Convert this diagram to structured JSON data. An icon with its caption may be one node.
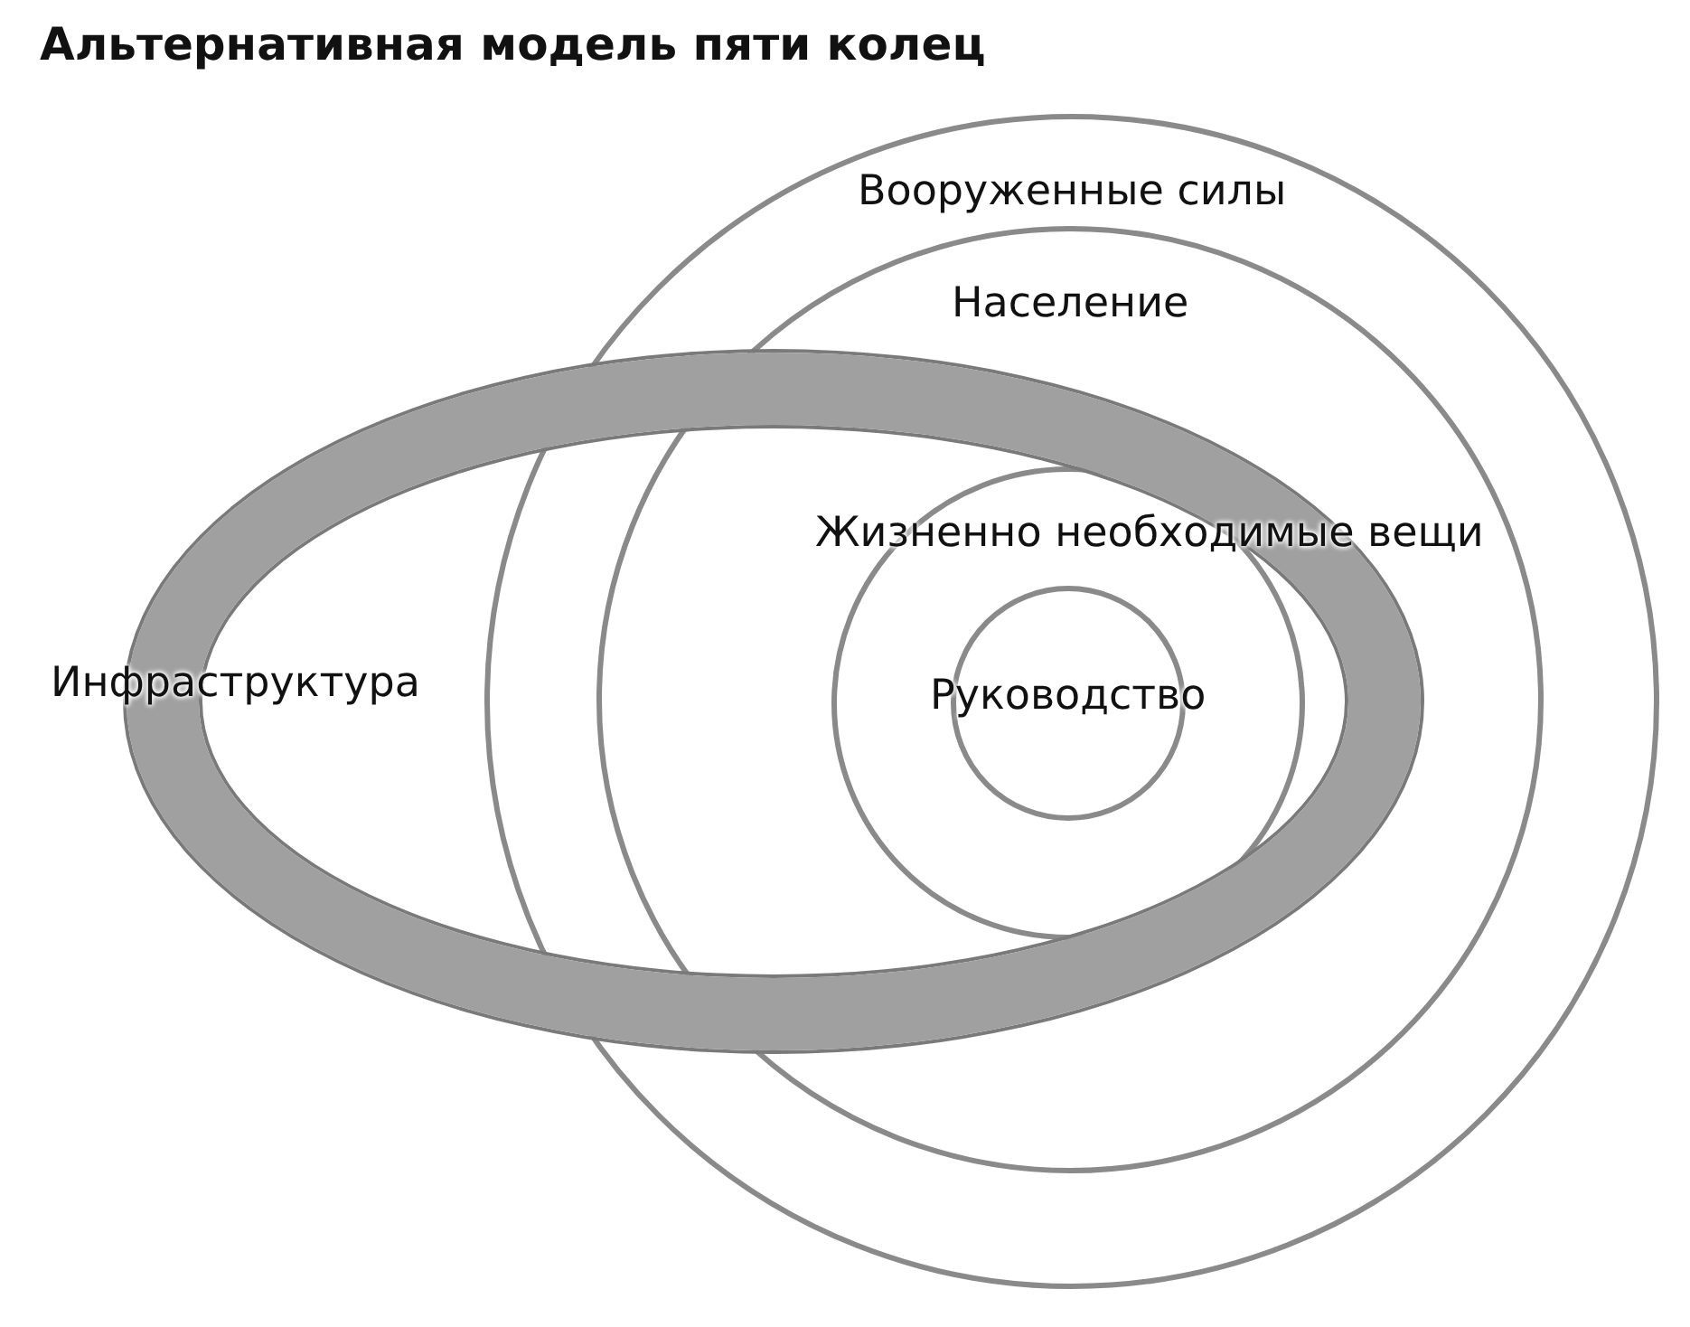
{
  "diagram": {
    "title": "Альтернативная модель пяти колец",
    "nodes": [
      {
        "text": [
          "Вооруженные силы"
        ]
      },
      {
        "text": [
          "Население"
        ],
        "in": 0
      },
      {
        "text": [
          "Жизненно необходимые вещи"
        ]
      },
      {
        "text": [
          "Руководство"
        ],
        "in": 2
      },
      {
        "text": [
          "Инфраструктура"
        ]
      }
    ]
  }
}
